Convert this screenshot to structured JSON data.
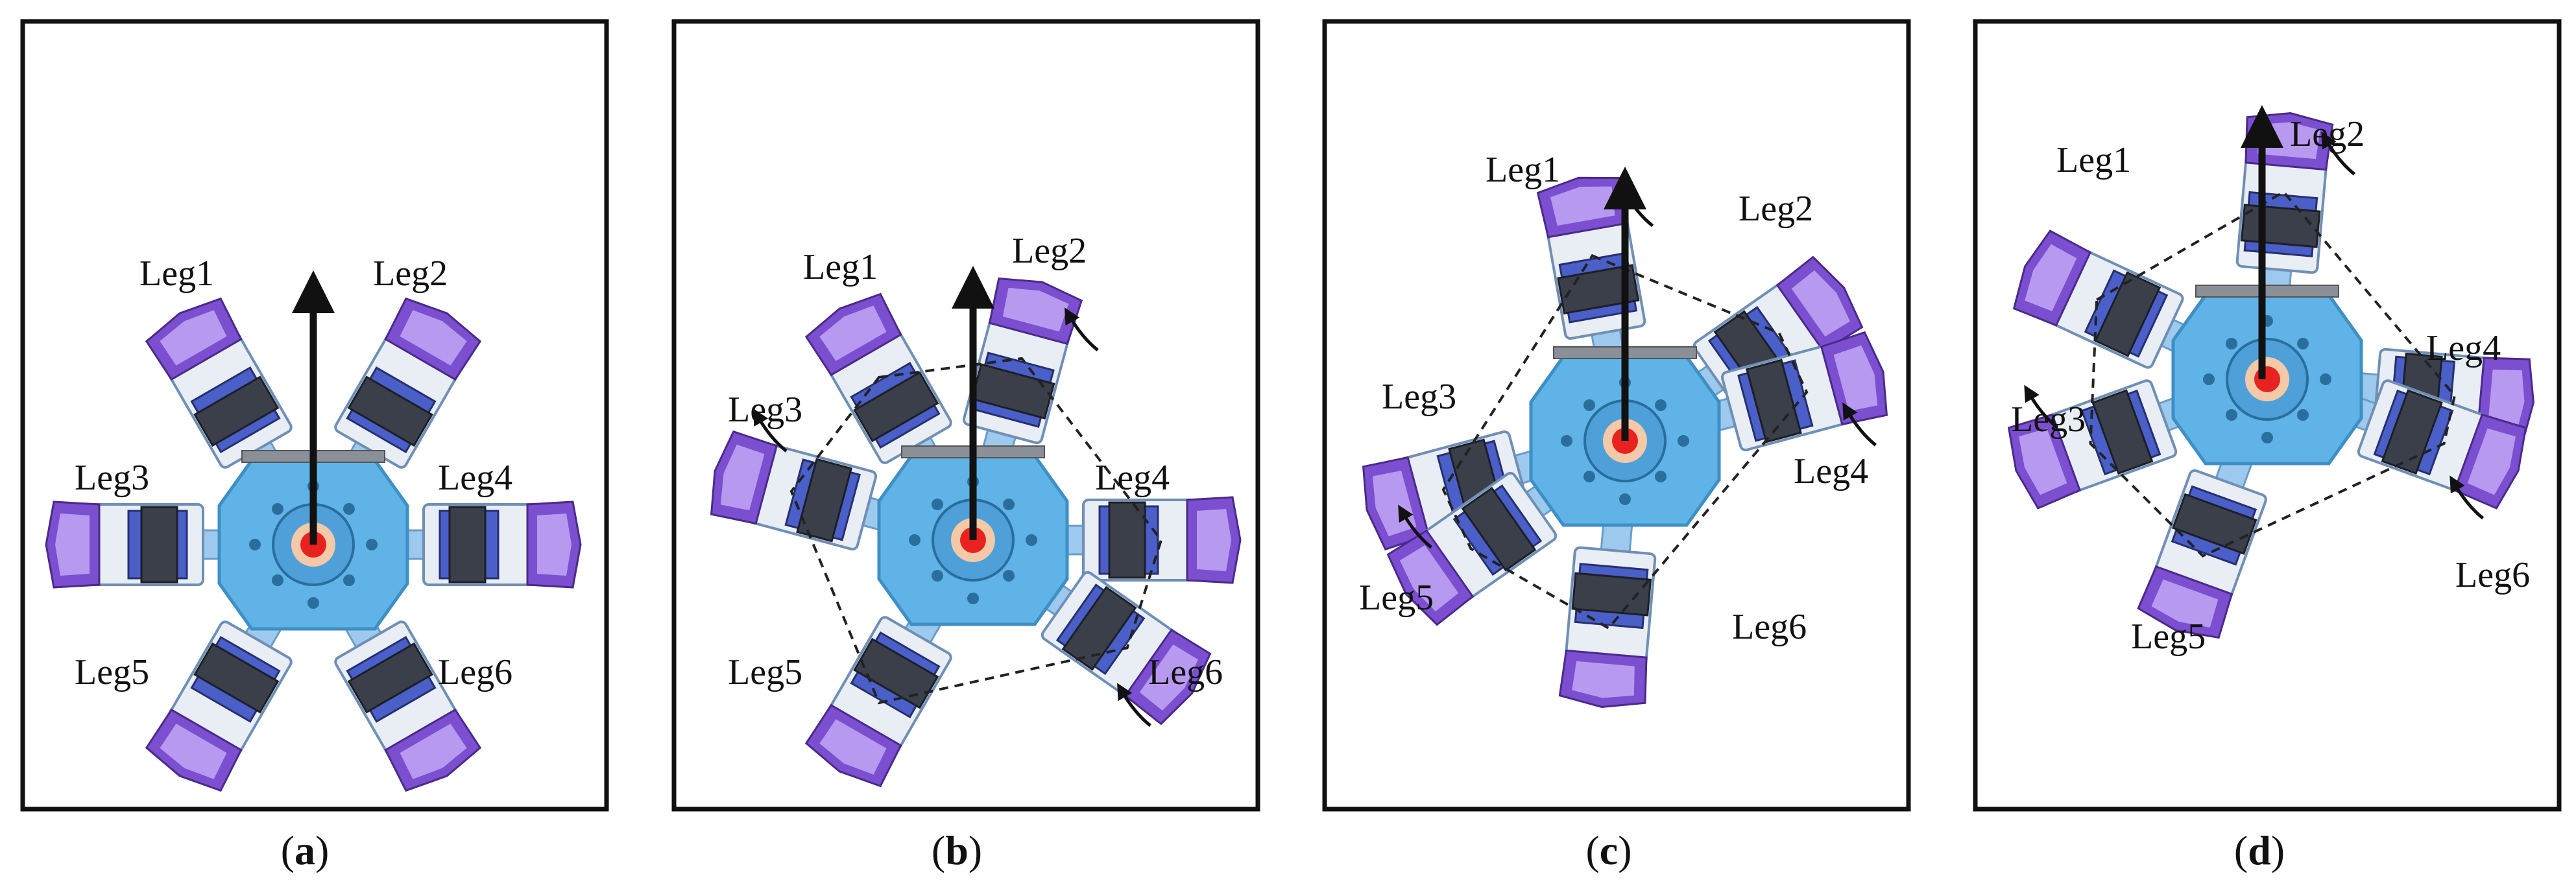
{
  "panels": [
    {
      "caption": "a",
      "legs": [
        {
          "label": "Leg1",
          "rotated": false
        },
        {
          "label": "Leg2",
          "rotated": false
        },
        {
          "label": "Leg3",
          "rotated": false
        },
        {
          "label": "Leg4",
          "rotated": false
        },
        {
          "label": "Leg5",
          "rotated": false
        },
        {
          "label": "Leg6",
          "rotated": false
        }
      ],
      "support_polygon": false
    },
    {
      "caption": "b",
      "legs": [
        {
          "label": "Leg1",
          "rotated": false
        },
        {
          "label": "Leg2",
          "rotated": true
        },
        {
          "label": "Leg3",
          "rotated": true
        },
        {
          "label": "Leg4",
          "rotated": false
        },
        {
          "label": "Leg5",
          "rotated": false
        },
        {
          "label": "Leg6",
          "rotated": true
        }
      ],
      "support_polygon": true
    },
    {
      "caption": "c",
      "legs": [
        {
          "label": "Leg1",
          "rotated": true
        },
        {
          "label": "Leg2",
          "rotated": false
        },
        {
          "label": "Leg3",
          "rotated": false
        },
        {
          "label": "Leg4",
          "rotated": true
        },
        {
          "label": "Leg5",
          "rotated": true
        },
        {
          "label": "Leg6",
          "rotated": false
        }
      ],
      "support_polygon": true
    },
    {
      "caption": "d",
      "legs": [
        {
          "label": "Leg1",
          "rotated": false
        },
        {
          "label": "Leg2",
          "rotated": true
        },
        {
          "label": "Leg3",
          "rotated": true
        },
        {
          "label": "Leg4",
          "rotated": false
        },
        {
          "label": "Leg5",
          "rotated": false
        },
        {
          "label": "Leg6",
          "rotated": true
        }
      ],
      "support_polygon": true
    }
  ],
  "colors": {
    "body": "#5fb3e6",
    "body_dark": "#3d8fc4",
    "link": "#9ec9ee",
    "servo": "#3a3f4a",
    "servo_blue": "#4a5fc8",
    "foot": "#7b4fd0",
    "foot_light": "#b79af0",
    "center": "#e8231f",
    "arrow": "#111111"
  }
}
